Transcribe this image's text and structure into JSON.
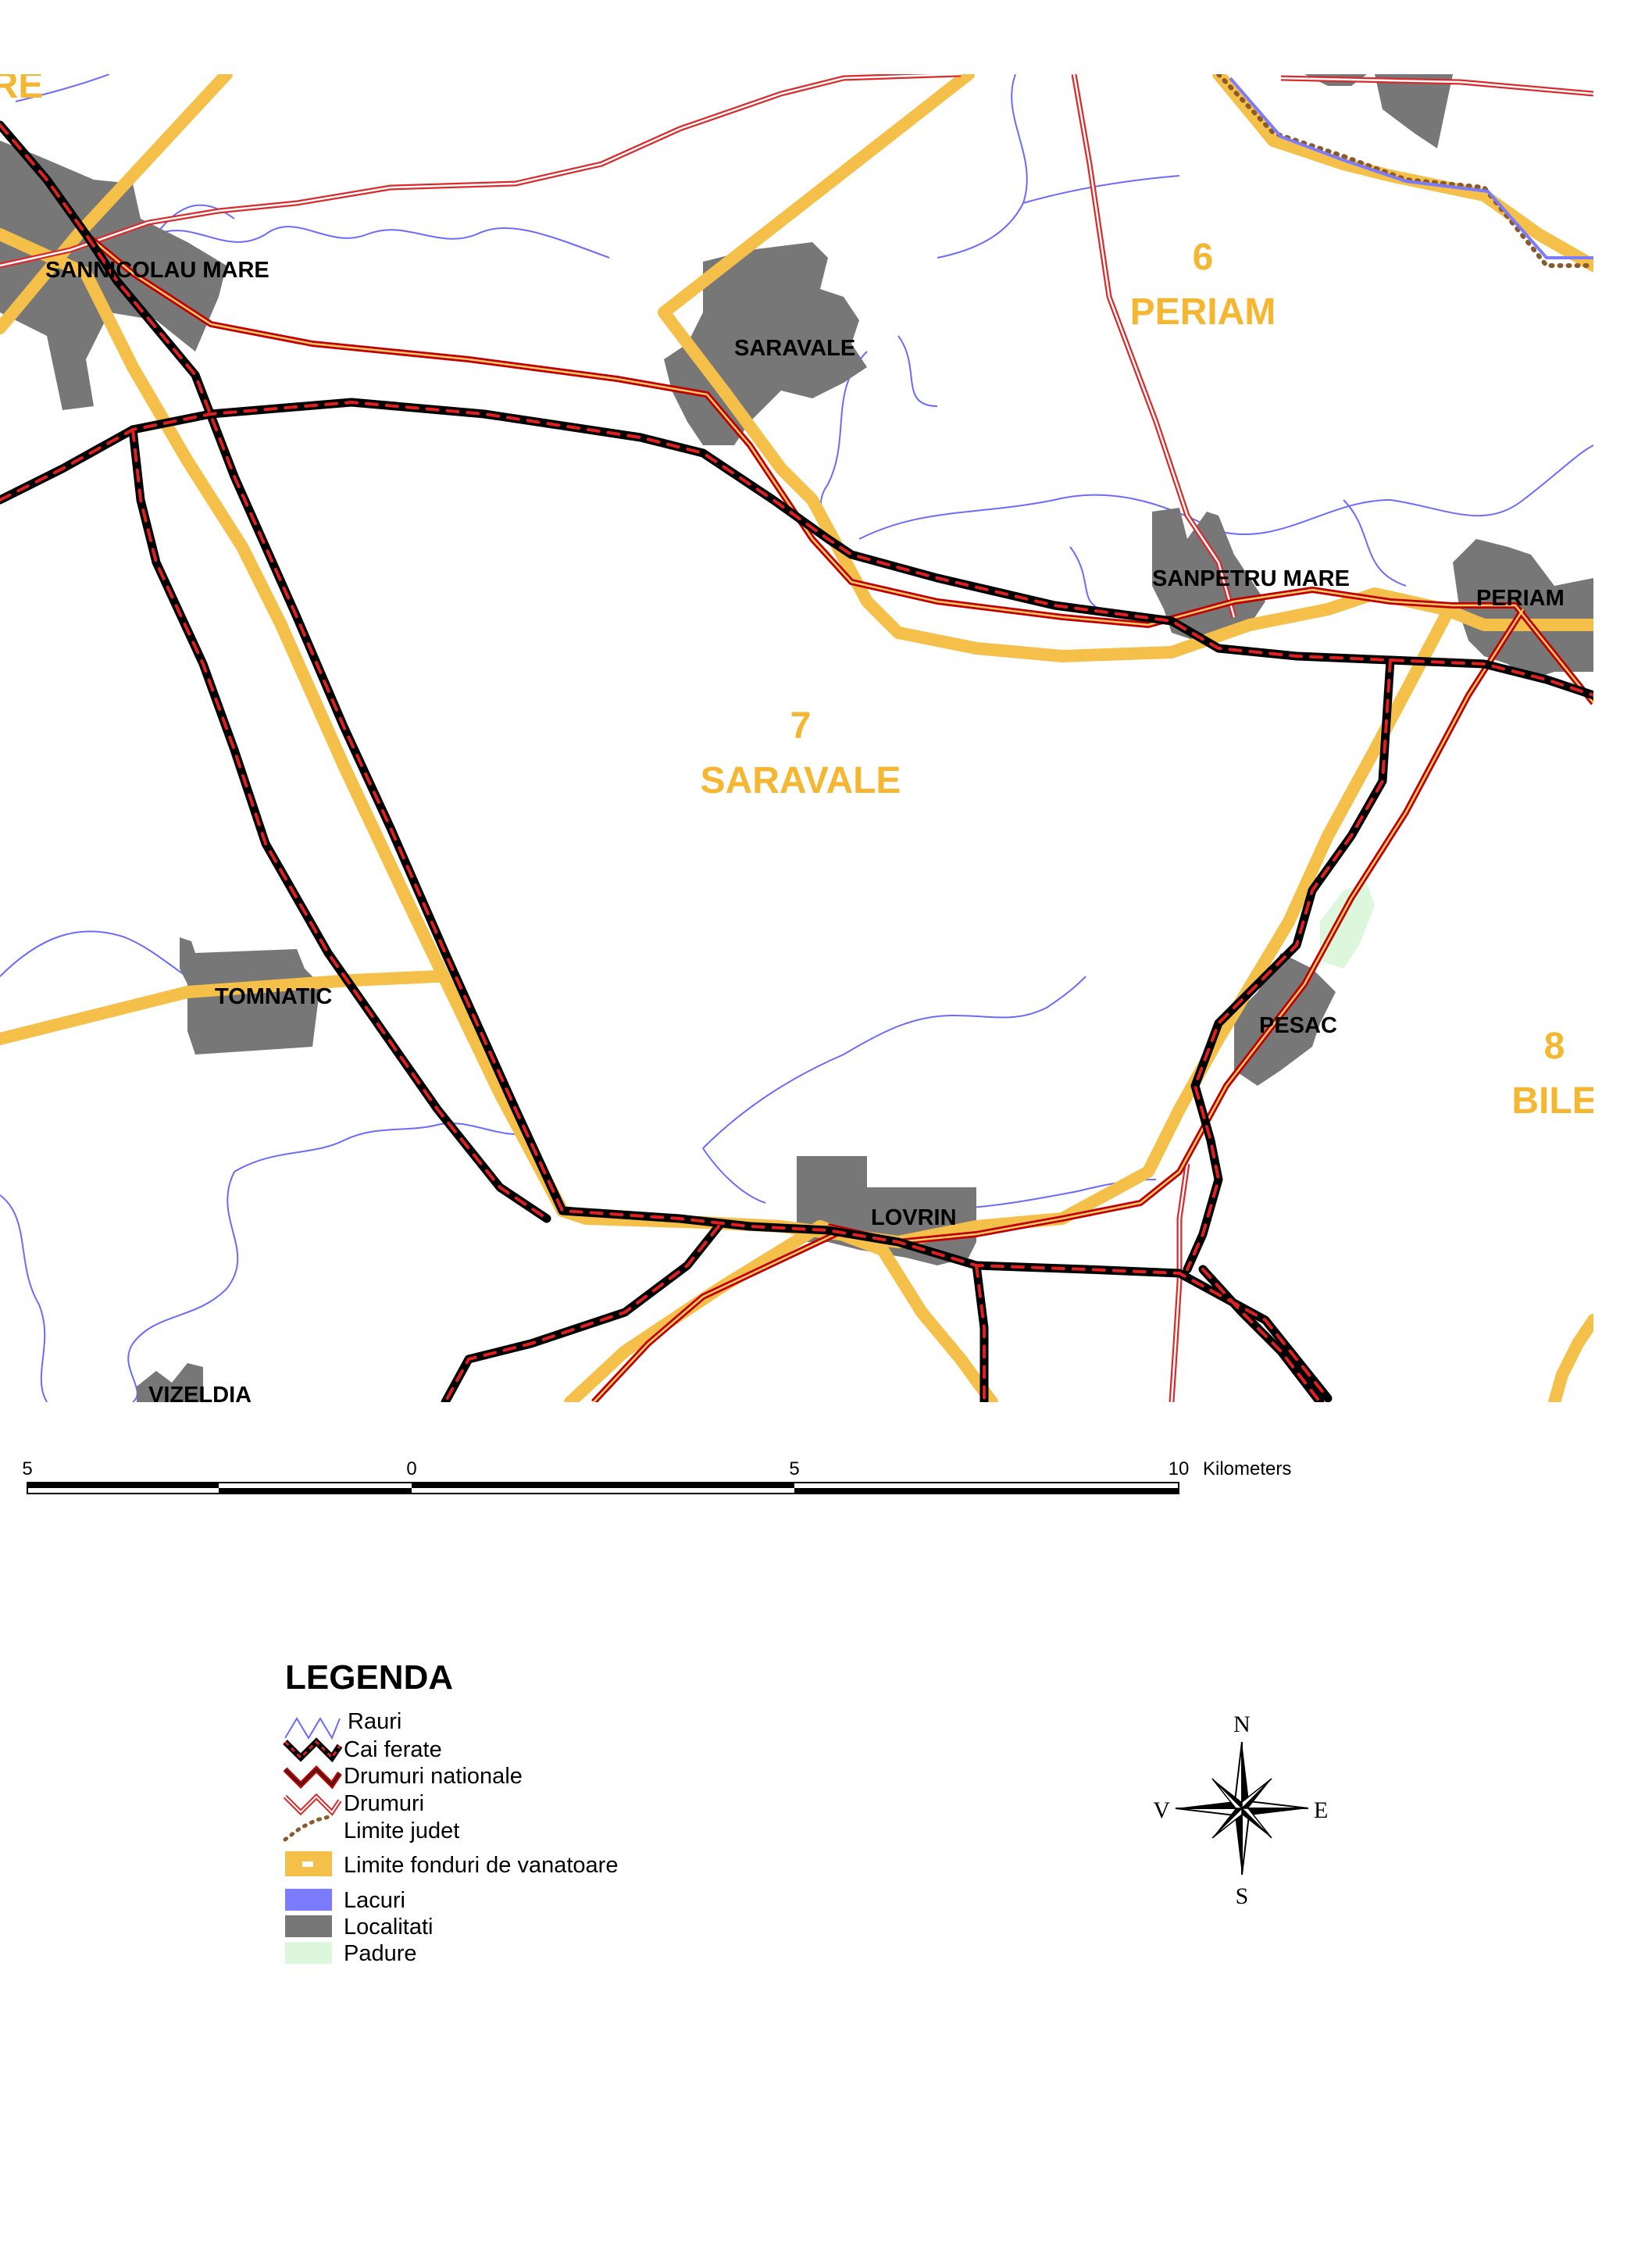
{
  "map": {
    "places": [
      {
        "id": "sannicolau-mare",
        "label": "SANNICOLAU MARE"
      },
      {
        "id": "saravale",
        "label": "SARAVALE"
      },
      {
        "id": "sanpetru-mare",
        "label": "SANPETRU MARE"
      },
      {
        "id": "periam",
        "label": "PERIAM"
      },
      {
        "id": "tomnatic",
        "label": "TOMNATIC"
      },
      {
        "id": "pesac",
        "label": "PESAC"
      },
      {
        "id": "lovrin",
        "label": "LOVRIN"
      },
      {
        "id": "vizeldia",
        "label": "VIZELDIA"
      }
    ],
    "hunting_funds": [
      {
        "id": "fund-partial",
        "number": "",
        "name": "RE"
      },
      {
        "id": "fund-6",
        "number": "6",
        "name": "PERIAM"
      },
      {
        "id": "fund-7",
        "number": "7",
        "name": "SARAVALE"
      },
      {
        "id": "fund-8",
        "number": "8",
        "name": "BILE"
      }
    ]
  },
  "scale_bar": {
    "ticks": [
      "5",
      "0",
      "5",
      "10"
    ],
    "unit": "Kilometers"
  },
  "legend": {
    "title": "LEGENDA",
    "items": [
      {
        "id": "rivers",
        "label": "Rauri",
        "color": "#6b6bff"
      },
      {
        "id": "railways",
        "label": "Cai ferate",
        "color": "#000000"
      },
      {
        "id": "national-roads",
        "label": "Drumuri nationale",
        "color": "#c00000"
      },
      {
        "id": "roads",
        "label": "Drumuri",
        "color": "#d92b2b"
      },
      {
        "id": "county-limits",
        "label": "Limite judet",
        "color": "#8a5a2b"
      },
      {
        "id": "fund-limits",
        "label": "Limite fonduri de vanatoare",
        "color": "#f5b731"
      },
      {
        "id": "lakes",
        "label": "Lacuri",
        "color": "#7b7bff"
      },
      {
        "id": "localities",
        "label": "Localitati",
        "color": "#777777"
      },
      {
        "id": "forest",
        "label": "Padure",
        "color": "#dcf7dc"
      }
    ]
  },
  "compass": {
    "n": "N",
    "s": "S",
    "e": "E",
    "w": "V"
  },
  "colors": {
    "fund_limit": "#f5c04a",
    "railway": "#000000",
    "railway_dash": "#e02020",
    "road": "#c00000",
    "river": "#6b6bff",
    "locality": "#777777",
    "forest": "#dcf7dc",
    "label_orange": "#f5b731"
  }
}
